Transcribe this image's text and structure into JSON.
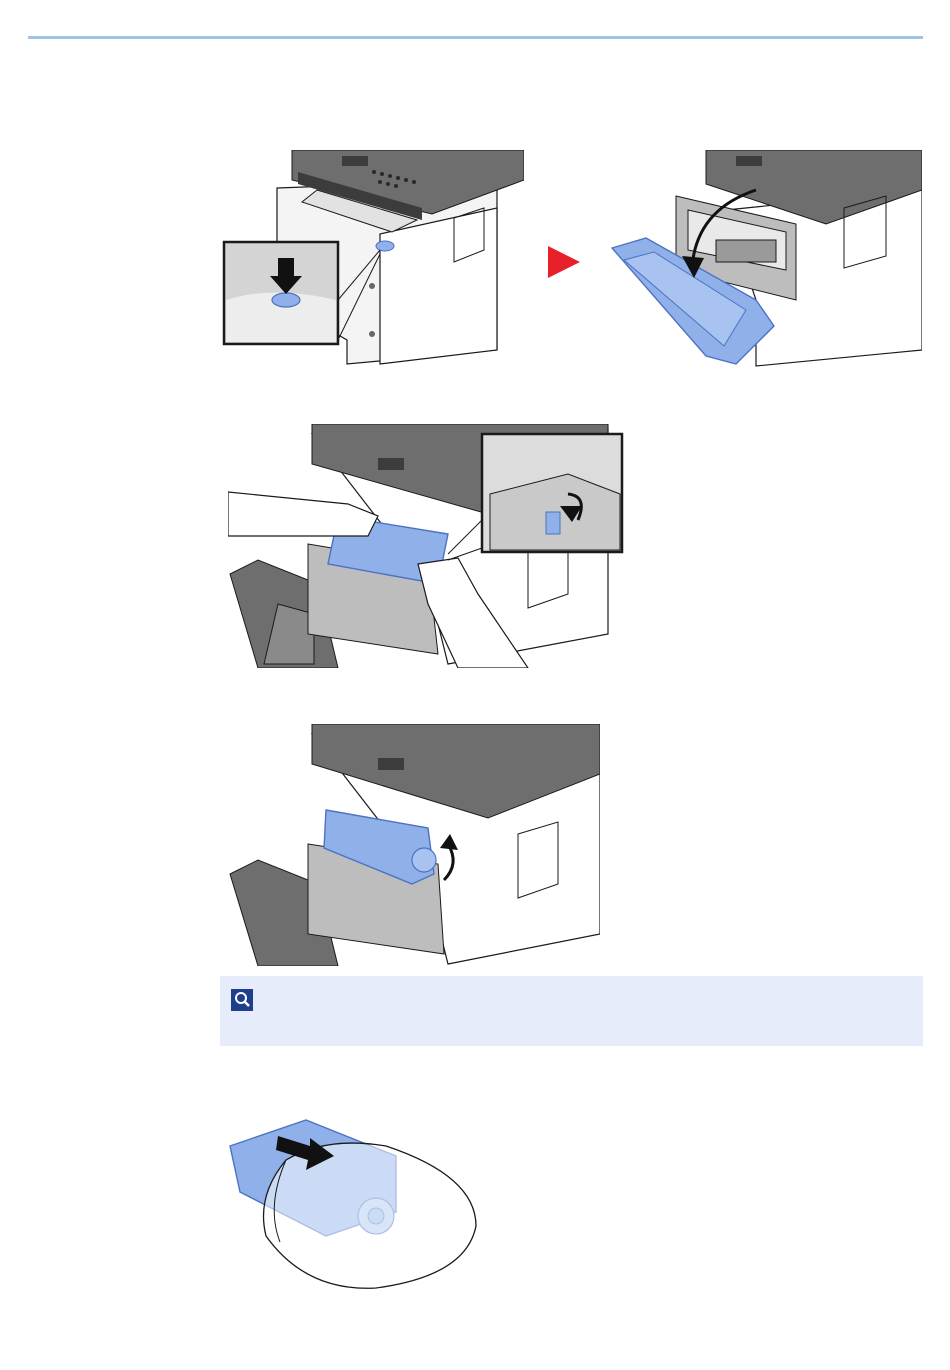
{
  "page": {
    "background": "#ffffff"
  },
  "colors": {
    "rule": "#9ec3e6",
    "note_bg": "#e6ecf9",
    "accent_blue": "#8fb0e8",
    "blue_dark": "#4d72c4",
    "arrow_red": "#e8202a",
    "machine_gray": "#6e6e6e",
    "machine_dark": "#3c3c3c",
    "machine_light": "#e9e9e9",
    "line": "#1a1a1a"
  },
  "illustrations": [
    {
      "name": "press-front-cover-button",
      "icon": "printer-icon"
    },
    {
      "name": "front-cover-opened",
      "icon": "printer-icon"
    },
    {
      "name": "release-toner-lock",
      "icon": "hands-icon"
    },
    {
      "name": "lift-out-toner-container",
      "icon": "toner-icon"
    },
    {
      "name": "remove-toner-from-bag",
      "icon": "bag-icon"
    }
  ],
  "note": {
    "icon": "note-magnifier-icon",
    "text": ""
  }
}
